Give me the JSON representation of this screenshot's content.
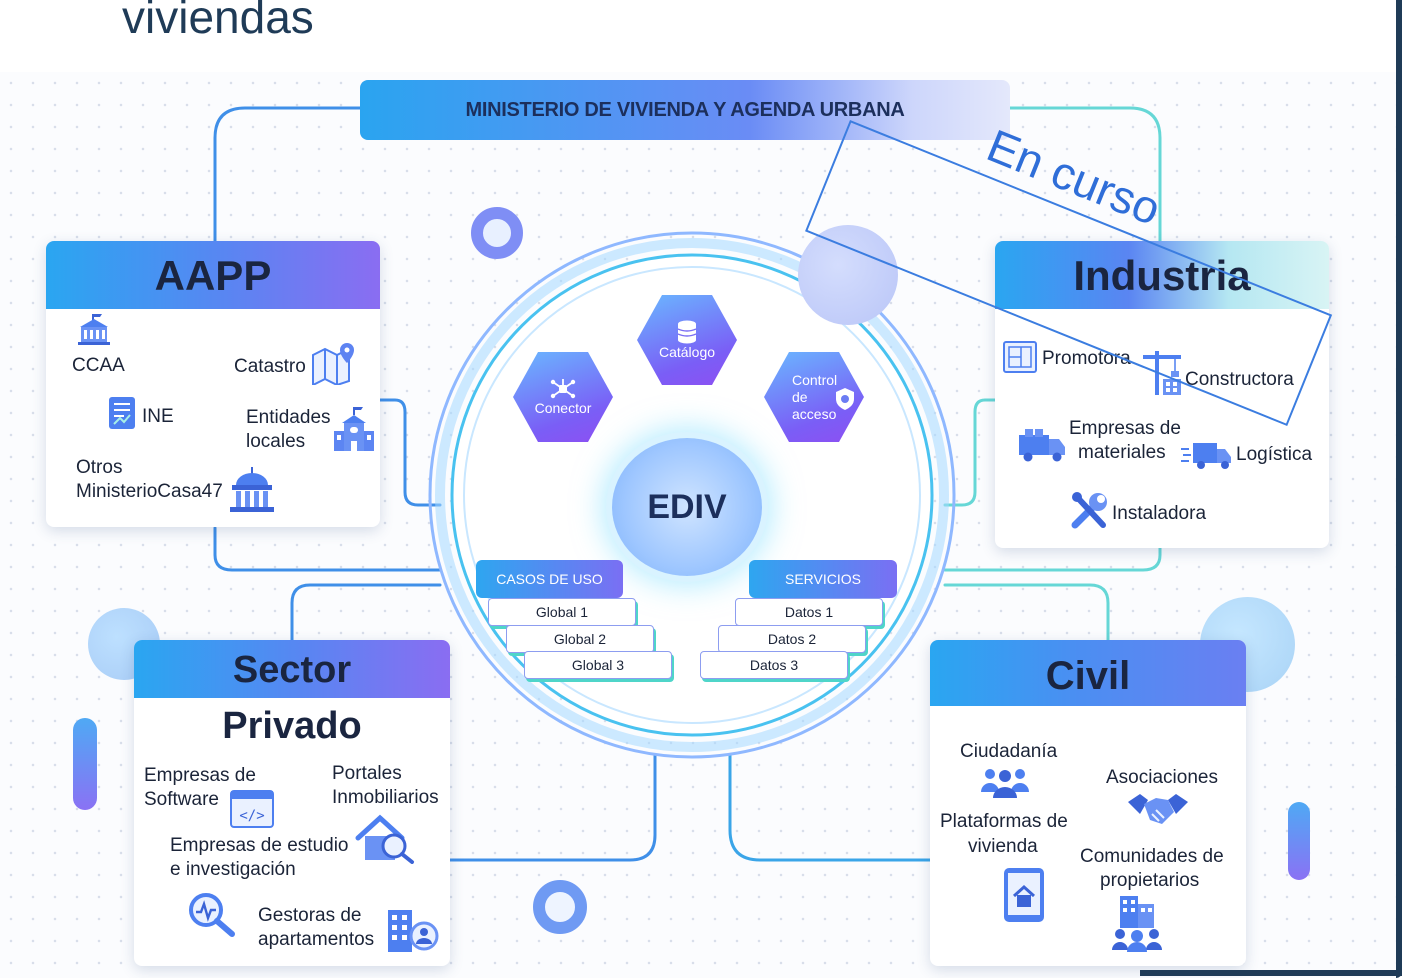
{
  "heading": "viviendas",
  "ministry": "MINISTERIO DE VIVIENDA Y AGENDA URBANA",
  "stamp": "En curso",
  "center": {
    "title": "EDIV",
    "hexagons": {
      "catalogo": "Catálogo",
      "conector": "Conector",
      "control": [
        "Control",
        "de",
        "acceso"
      ]
    },
    "casos_de_uso": {
      "title": "CASOS DE USO",
      "items": [
        "Global 1",
        "Global 2",
        "Global 3"
      ]
    },
    "servicios": {
      "title": "SERVICIOS",
      "items": [
        "Datos 1",
        "Datos 2",
        "Datos 3"
      ]
    }
  },
  "aapp": {
    "title": "AAPP",
    "ccaa": "CCAA",
    "catastro": "Catastro",
    "ine": "INE",
    "entidades": [
      "Entidades",
      "locales"
    ],
    "otros": [
      "Otros",
      "MinisterioCasa47"
    ]
  },
  "industria": {
    "title": "Industria",
    "promotora": "Promotora",
    "constructora": "Constructora",
    "materiales": [
      "Empresas de",
      "materiales"
    ],
    "logistica": "Logística",
    "instaladora": "Instaladora"
  },
  "sector": {
    "title": [
      "Sector",
      "Privado"
    ],
    "software": [
      "Empresas de",
      "Software"
    ],
    "portales": [
      "Portales",
      "Inmobiliarios"
    ],
    "estudio": [
      "Empresas de estudio",
      "e investigación"
    ],
    "gestoras": [
      "Gestoras de",
      "apartamentos"
    ]
  },
  "civil": {
    "title": "Civil",
    "ciudadania": "Ciudadanía",
    "asociaciones": "Asociaciones",
    "plataformas": [
      "Plataformas de",
      "vivienda"
    ],
    "comunidades": [
      "Comunidades de",
      "propietarios"
    ]
  }
}
